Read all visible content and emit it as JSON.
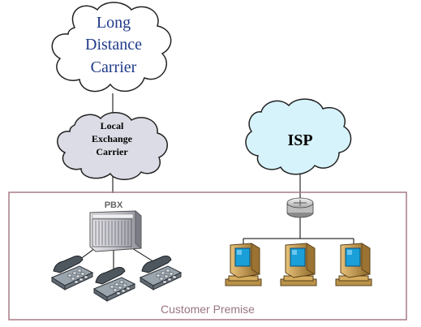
{
  "clouds": {
    "long_distance": {
      "lines": [
        "Long",
        "Distance",
        "Carrier"
      ],
      "fill": "#ffffff",
      "text_color": "#1f3a8a"
    },
    "local_exchange": {
      "lines": [
        "Local",
        "Exchange",
        "Carrier"
      ],
      "fill": "#dcdce6",
      "text_color": "#000000"
    },
    "isp": {
      "label": "ISP",
      "fill": "#d6f3fb",
      "text_color": "#000000"
    }
  },
  "premise": {
    "label": "Customer Premise",
    "border_color": "#a77b86",
    "label_color": "#9a7584"
  },
  "pbx": {
    "label": "PBX",
    "label_color": "#666666"
  },
  "icons": {
    "pbx": "pbx-rack-icon",
    "phone": "desk-telephone-icon",
    "router": "router-icon",
    "computer": "desktop-computer-icon"
  },
  "colors": {
    "line": "#000000",
    "monitor_body": "#c89a4a",
    "monitor_screen": "#1a9fd9",
    "phone_body": "#7f8a95"
  }
}
